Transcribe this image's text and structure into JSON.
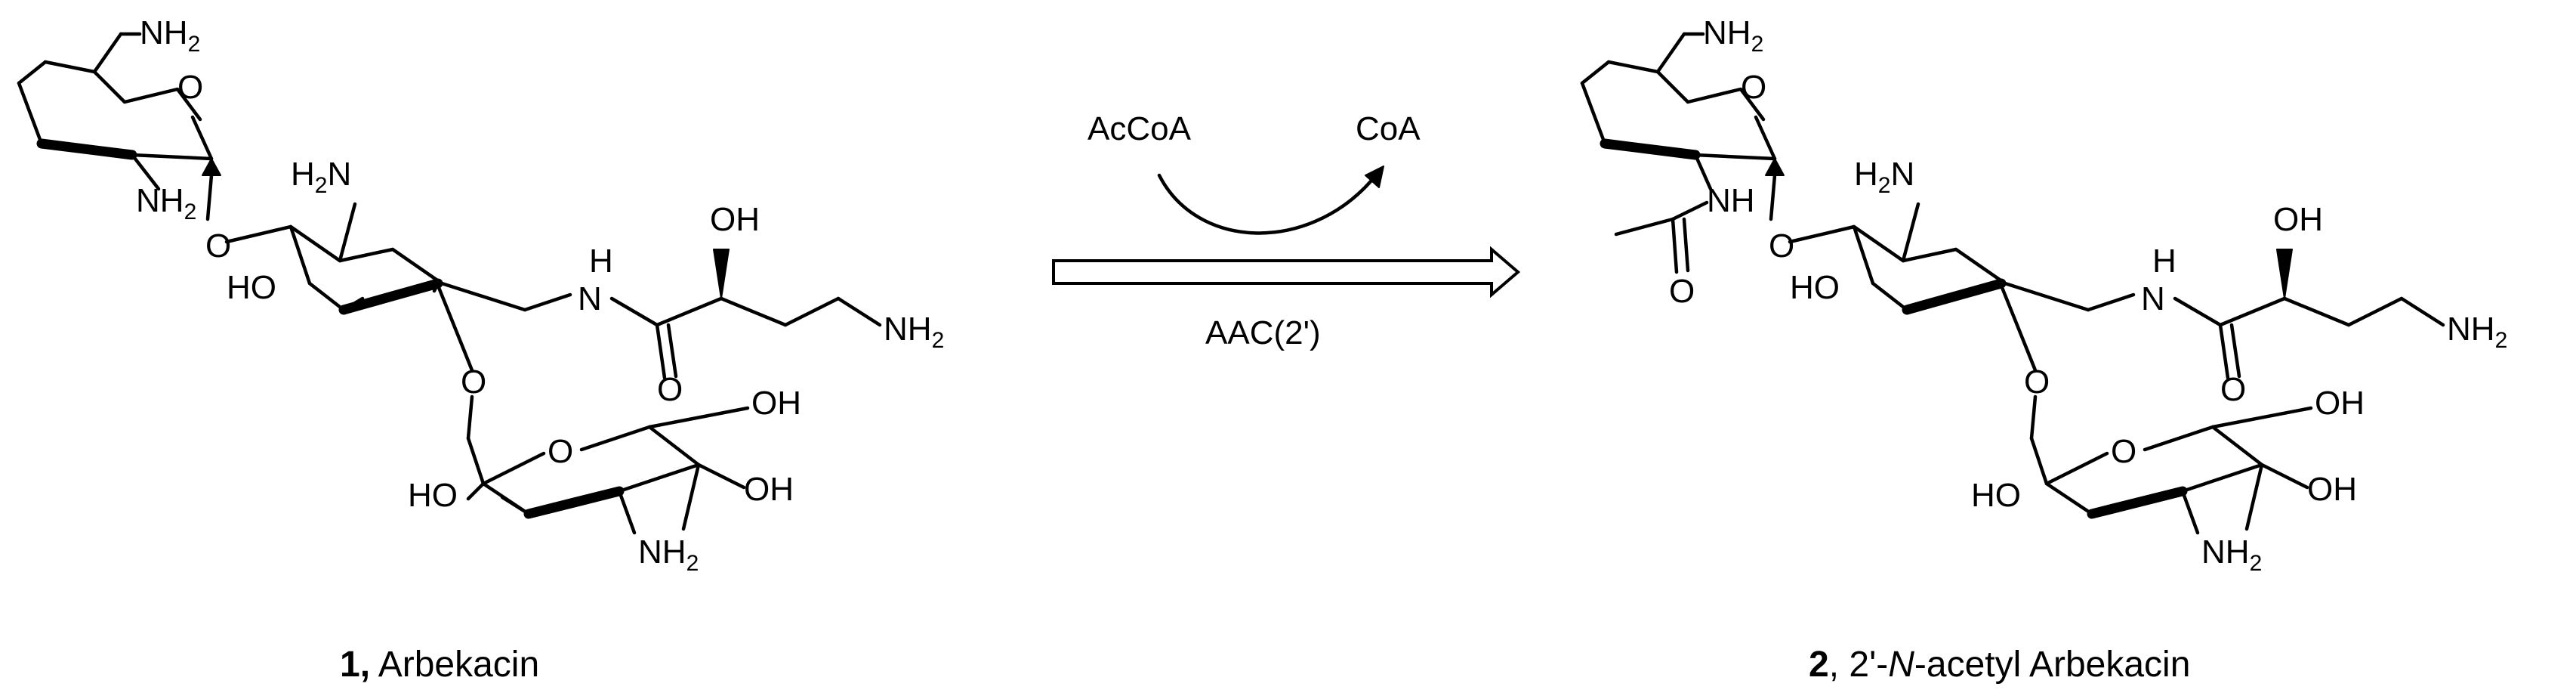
{
  "reaction": {
    "reagent": "AcCoA",
    "product_cofactor": "CoA",
    "enzyme": "AAC(2')"
  },
  "compound1": {
    "number": "1,",
    "name": "Arbekacin",
    "groups": {
      "nh2_top": "NH",
      "nh2_2p": "NH",
      "h2n_ring": "H",
      "nh_amide": "H",
      "nh_amide_N": "N",
      "oh_side": "OH",
      "nh2_side": "NH",
      "o_ring1": "O",
      "o_glyco1": "O",
      "ho_ring2": "HO",
      "o_glyco2": "O",
      "o_carbonyl": "O",
      "o_ring3": "O",
      "oh_ring3_ch2": "OH",
      "ho_ring3": "HO",
      "oh_ring3": "OH",
      "nh2_ring3": "NH",
      "sub2": "2"
    }
  },
  "compound2": {
    "number": "2",
    "name_prefix": ", 2'-",
    "name_italic": "N",
    "name_suffix": "-acetyl Arbekacin",
    "groups": {
      "nh_acetyl": "NH",
      "o_acetyl": "O"
    }
  }
}
